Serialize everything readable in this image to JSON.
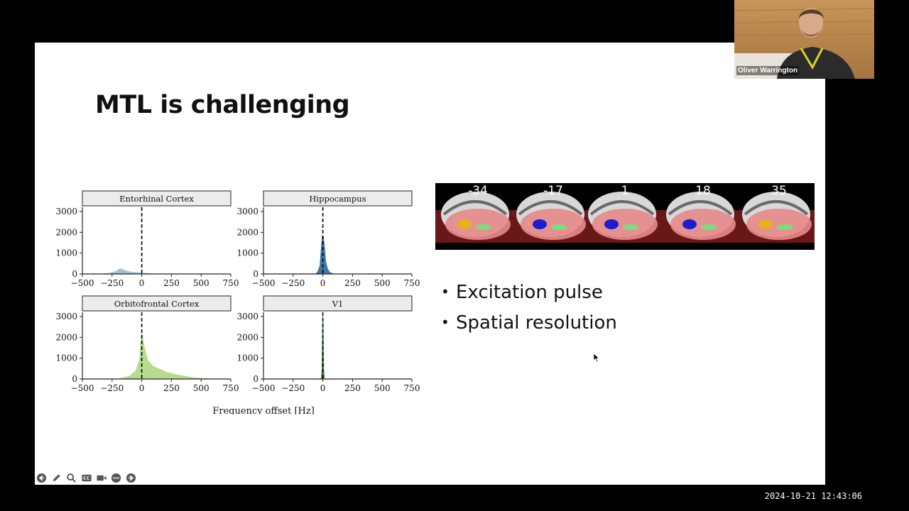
{
  "slide": {
    "title": "MTL is challenging",
    "bullets": [
      "Excitation pulse",
      "Spatial resolution"
    ]
  },
  "brain_strip": {
    "slice_labels": [
      "-34",
      "-17",
      "1",
      "18",
      "35"
    ]
  },
  "video": {
    "participant_name": "Oliver Warrington"
  },
  "timestamp": "2024-10-21  12:43:06",
  "toolbar": {
    "icons": [
      "back-icon",
      "pen-icon",
      "search-icon",
      "captions-icon",
      "video-icon",
      "more-icon",
      "forward-icon"
    ]
  },
  "chart_data": {
    "type": "area",
    "xlabel": "Frequency offset [Hz]",
    "ylabel": "",
    "xlim": [
      -500,
      750
    ],
    "ylim": [
      0,
      3000
    ],
    "xticks": [
      "−500",
      "−250",
      "0",
      "250",
      "500",
      "750"
    ],
    "yticks": [
      "0",
      "1000",
      "2000",
      "3000"
    ],
    "reference_line_x": 0,
    "panels": [
      {
        "name": "Entorhinal Cortex",
        "color": "#a9bfd3",
        "x": [
          -350,
          -280,
          -220,
          -180,
          -150,
          -120,
          -80,
          -40,
          0,
          40,
          100,
          200
        ],
        "y": [
          0,
          30,
          120,
          260,
          200,
          130,
          90,
          70,
          50,
          30,
          10,
          0
        ]
      },
      {
        "name": "Hippocampus",
        "color": "#3f77a8",
        "x": [
          -60,
          -40,
          -25,
          -15,
          -5,
          5,
          15,
          25,
          40,
          60,
          90
        ],
        "y": [
          0,
          150,
          400,
          1200,
          1850,
          1800,
          1300,
          600,
          250,
          80,
          0
        ]
      },
      {
        "name": "Orbitofrontal Cortex",
        "color": "#b8dc8e",
        "x": [
          -200,
          -100,
          -50,
          -20,
          0,
          20,
          50,
          100,
          200,
          300,
          450,
          600
        ],
        "y": [
          0,
          150,
          400,
          900,
          2300,
          1600,
          900,
          600,
          350,
          200,
          60,
          0
        ]
      },
      {
        "name": "V1",
        "color": "#3d8b3d",
        "x": [
          -15,
          -8,
          -3,
          0,
          3,
          8,
          15
        ],
        "y": [
          0,
          400,
          2500,
          3200,
          2500,
          400,
          0
        ]
      }
    ]
  }
}
